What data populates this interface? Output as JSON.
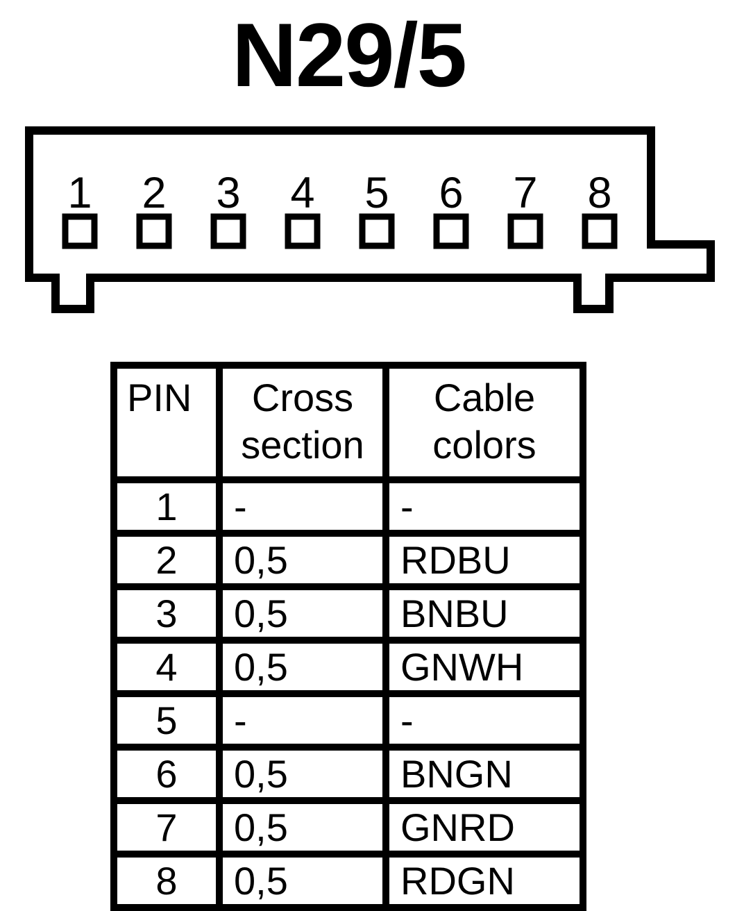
{
  "title": "N29/5",
  "colors": {
    "ink": "#000000",
    "paper": "#ffffff"
  },
  "connector": {
    "pins": [
      "1",
      "2",
      "3",
      "4",
      "5",
      "6",
      "7",
      "8"
    ]
  },
  "table": {
    "headers": {
      "pin": "PIN",
      "cross_section": "Cross section",
      "cable_colors": "Cable colors"
    },
    "rows": [
      {
        "pin": "1",
        "cross_section": "-",
        "cable_color": "-"
      },
      {
        "pin": "2",
        "cross_section": "0,5",
        "cable_color": "RDBU"
      },
      {
        "pin": "3",
        "cross_section": "0,5",
        "cable_color": "BNBU"
      },
      {
        "pin": "4",
        "cross_section": "0,5",
        "cable_color": "GNWH"
      },
      {
        "pin": "5",
        "cross_section": "-",
        "cable_color": "-"
      },
      {
        "pin": "6",
        "cross_section": "0,5",
        "cable_color": "BNGN"
      },
      {
        "pin": "7",
        "cross_section": "0,5",
        "cable_color": "GNRD"
      },
      {
        "pin": "8",
        "cross_section": "0,5",
        "cable_color": "RDGN"
      }
    ]
  }
}
